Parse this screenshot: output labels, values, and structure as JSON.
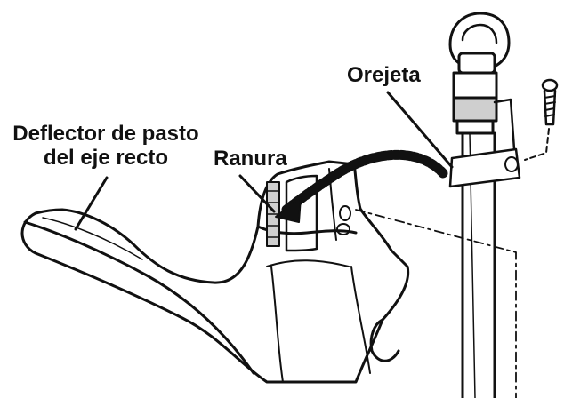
{
  "labels": {
    "deflector_line1": "Deflector de pasto",
    "deflector_line2": "del eje recto",
    "ranura": "Ranura",
    "orejeta": "Orejeta"
  },
  "colors": {
    "ink": "#111111",
    "paper": "#ffffff",
    "shade": "#cfcfcf"
  }
}
